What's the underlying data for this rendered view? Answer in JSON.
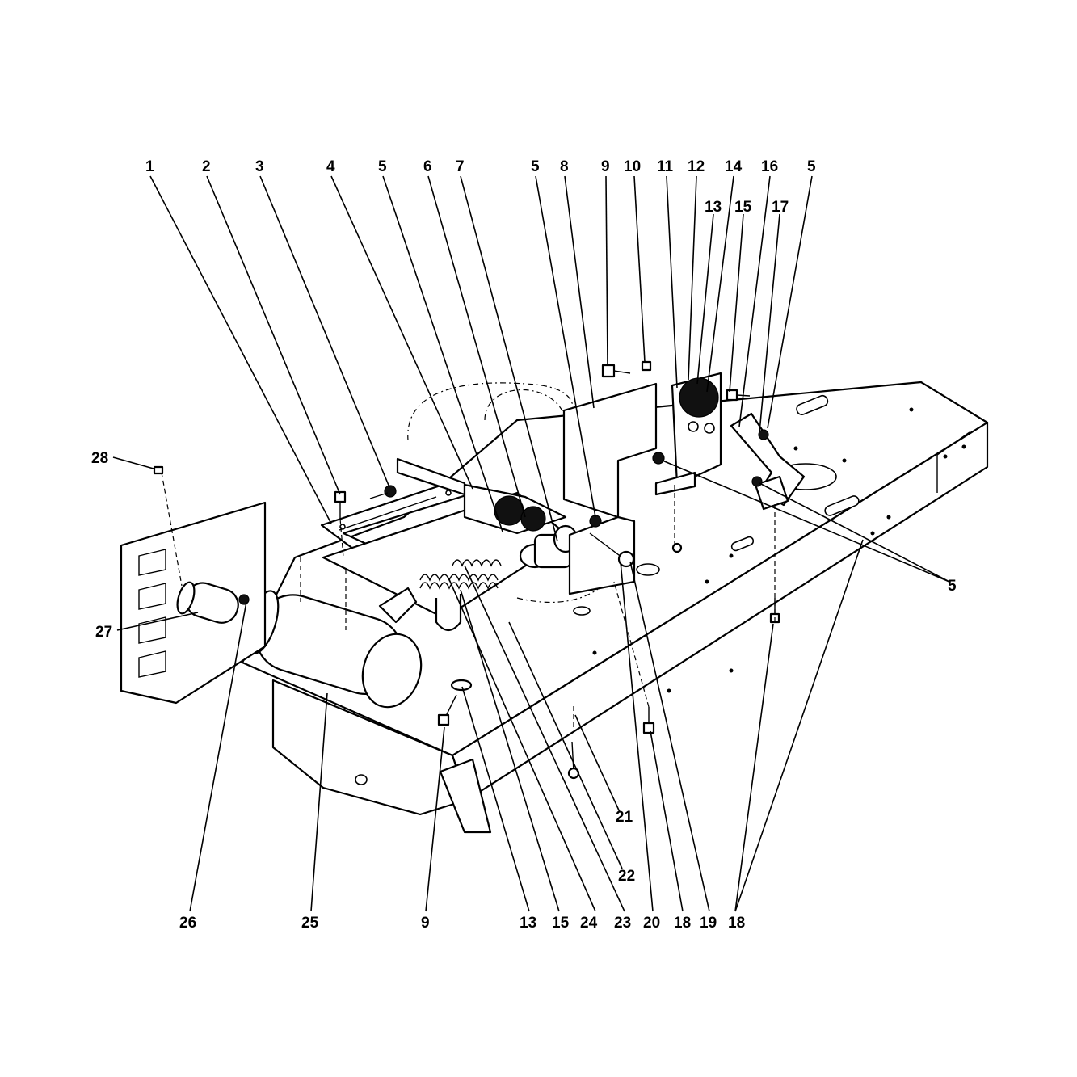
{
  "diagram": {
    "callouts": [
      {
        "id": "c1",
        "text": "1"
      },
      {
        "id": "c2",
        "text": "2"
      },
      {
        "id": "c3",
        "text": "3"
      },
      {
        "id": "c4",
        "text": "4"
      },
      {
        "id": "c5a",
        "text": "5"
      },
      {
        "id": "c6",
        "text": "6"
      },
      {
        "id": "c7",
        "text": "7"
      },
      {
        "id": "c5b",
        "text": "5"
      },
      {
        "id": "c8",
        "text": "8"
      },
      {
        "id": "c9a",
        "text": "9"
      },
      {
        "id": "c10",
        "text": "10"
      },
      {
        "id": "c11",
        "text": "11"
      },
      {
        "id": "c12",
        "text": "12"
      },
      {
        "id": "c14",
        "text": "14"
      },
      {
        "id": "c16",
        "text": "16"
      },
      {
        "id": "c5c",
        "text": "5"
      },
      {
        "id": "c13a",
        "text": "13"
      },
      {
        "id": "c15a",
        "text": "15"
      },
      {
        "id": "c17",
        "text": "17"
      },
      {
        "id": "c28",
        "text": "28"
      },
      {
        "id": "c27",
        "text": "27"
      },
      {
        "id": "c5d",
        "text": "5"
      },
      {
        "id": "c21",
        "text": "21"
      },
      {
        "id": "c22",
        "text": "22"
      },
      {
        "id": "c26",
        "text": "26"
      },
      {
        "id": "c25",
        "text": "25"
      },
      {
        "id": "c9b",
        "text": "9"
      },
      {
        "id": "c13b",
        "text": "13"
      },
      {
        "id": "c15b",
        "text": "15"
      },
      {
        "id": "c24",
        "text": "24"
      },
      {
        "id": "c23",
        "text": "23"
      },
      {
        "id": "c20",
        "text": "20"
      },
      {
        "id": "c18a",
        "text": "18"
      },
      {
        "id": "c19",
        "text": "19"
      },
      {
        "id": "c18b",
        "text": "18"
      }
    ]
  }
}
